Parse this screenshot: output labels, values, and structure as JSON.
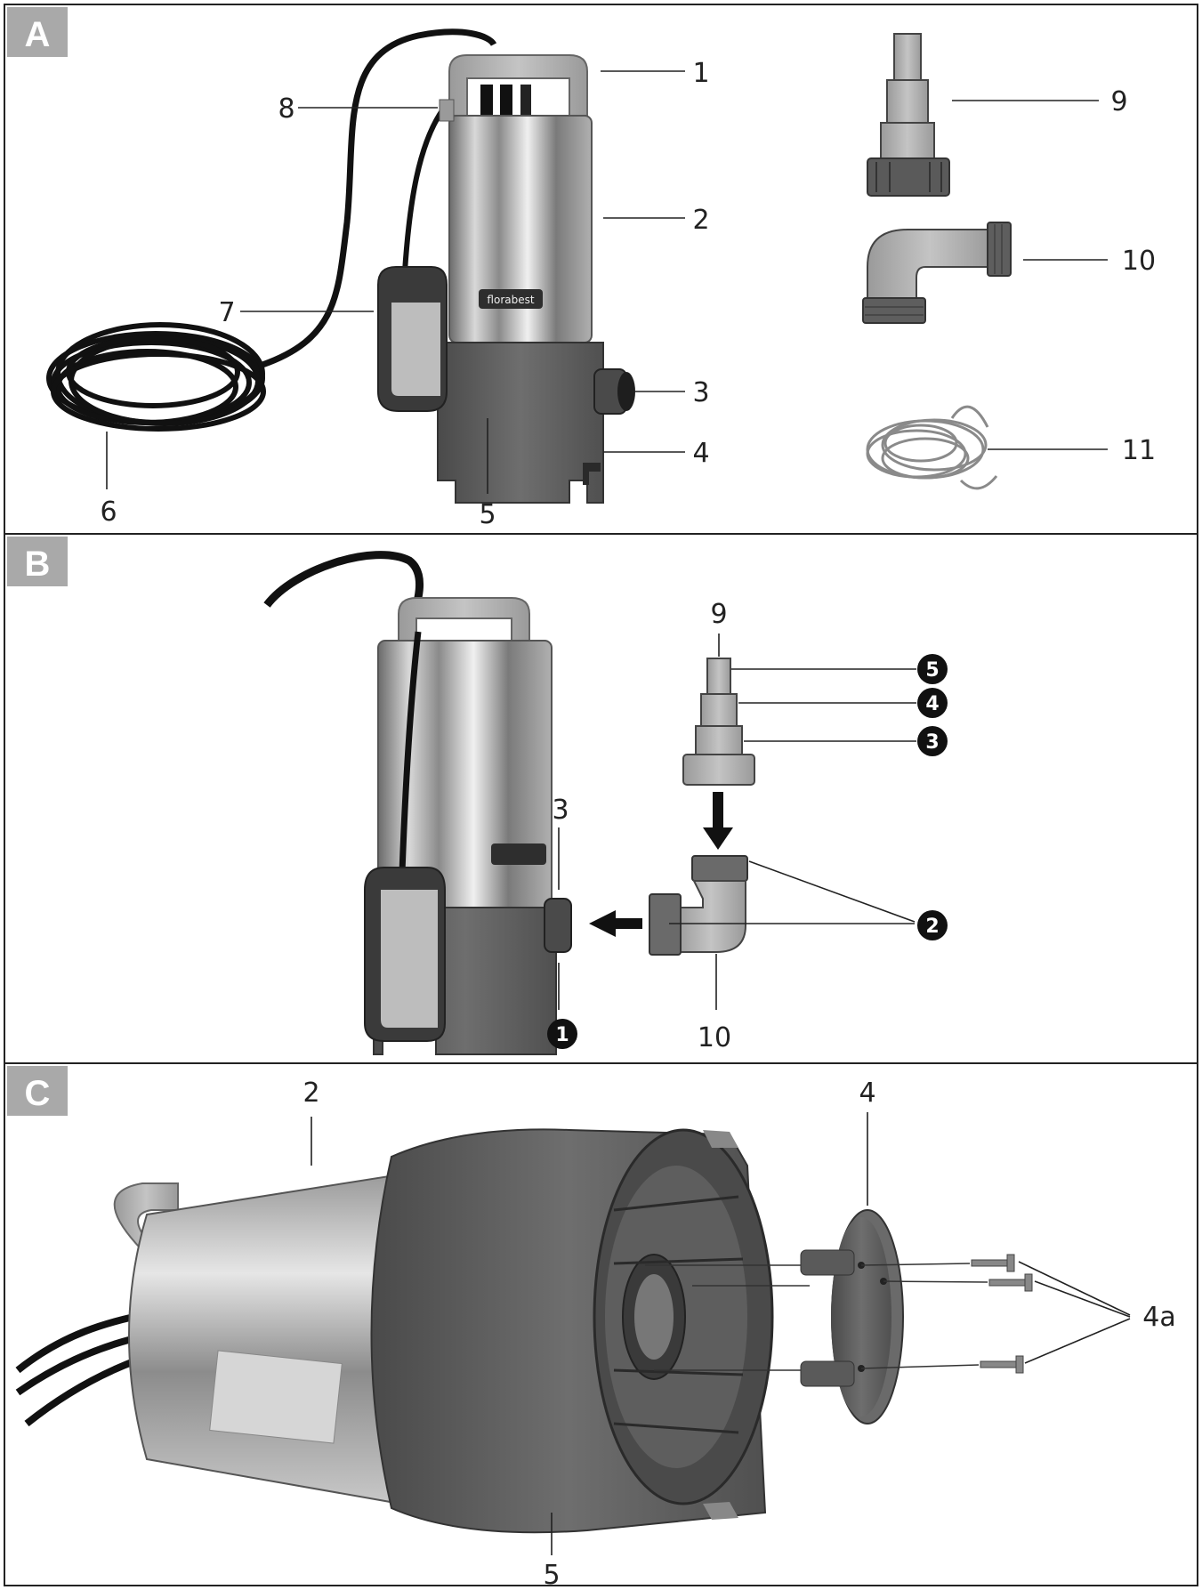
{
  "panels": [
    {
      "letter": "A"
    },
    {
      "letter": "B"
    },
    {
      "letter": "C"
    }
  ],
  "brand_logo_text": "florabest",
  "panel_a": {
    "callouts": {
      "c1": "1",
      "c2": "2",
      "c3": "3",
      "c4": "4",
      "c5": "5",
      "c6": "6",
      "c7": "7",
      "c8": "8",
      "c9": "9",
      "c10": "10",
      "c11": "11"
    }
  },
  "panel_b": {
    "callouts": {
      "c9": "9",
      "c3": "3",
      "c10": "10"
    },
    "steps": {
      "s1": "1",
      "s2": "2",
      "s3": "3",
      "s4": "4",
      "s5": "5"
    }
  },
  "panel_c": {
    "callouts": {
      "c2": "2",
      "c4": "4",
      "c5": "5",
      "c4a": "4a"
    }
  },
  "colors": {
    "frame": "#222222",
    "panel_tab": "#a9a9a9",
    "plastic_dark": "#5a5a5a",
    "plastic_light": "#a6a6a6",
    "steel": "#bfbfbf",
    "step_circle": "#111111"
  }
}
